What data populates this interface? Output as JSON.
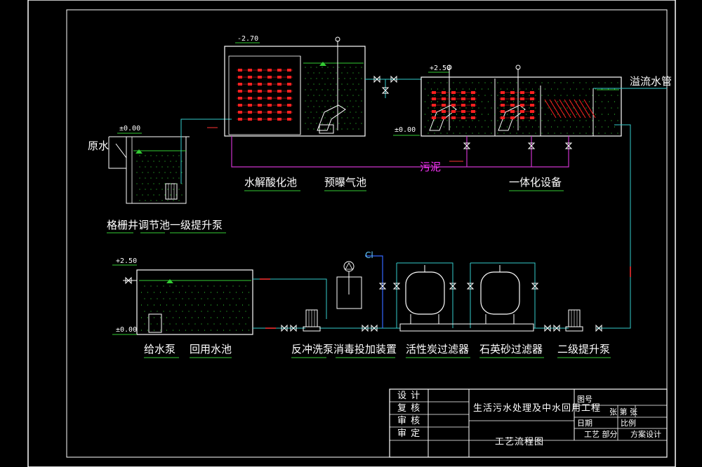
{
  "labels": {
    "raw_water": "原水",
    "overflow_pipe": "溢流水管",
    "sludge": "污泥",
    "hydrolysis_tank": "水解酸化池",
    "pre_aeration_tank": "预曝气池",
    "integrated_equipment": "一体化设备",
    "screen_tank_pump": "格栅井调节池一级提升泵",
    "feed_pump": "给水泵",
    "reuse_tank": "回用水池",
    "backwash_pump": "反冲洗泵",
    "disinfectant_dosing": "消毒投加装置",
    "carbon_filter": "活性炭过滤器",
    "sand_filter": "石英砂过滤器",
    "secondary_pump": "二级提升泵",
    "chlorine": "Cl"
  },
  "levels": {
    "hydrolysis_top": "-2.70",
    "integrated_top": "+2.50",
    "integrated_bottom": "±0.00",
    "screen_top": "±0.00",
    "reuse_top": "+2.50",
    "reuse_bottom": "±0.00"
  },
  "title_block": {
    "roles": [
      "设 计",
      "复 核",
      "审 核",
      "审 定"
    ],
    "project": "生活污水处理及中水回用工程",
    "drawing": "工艺流程图",
    "drawing_no_label": "图号",
    "sheet": "张 第 张",
    "date_label": "日期",
    "scale_label": "比例",
    "phase": "工艺 部分",
    "stage": "方案设计"
  },
  "colors": {
    "background": "#000000",
    "frame": "#ffffff",
    "pipe_cyan": "#33cccc",
    "sludge_magenta": "#cc33cc",
    "media_red": "#ff2020",
    "water_green": "#33cc33",
    "arrow_red": "#ff3333"
  }
}
